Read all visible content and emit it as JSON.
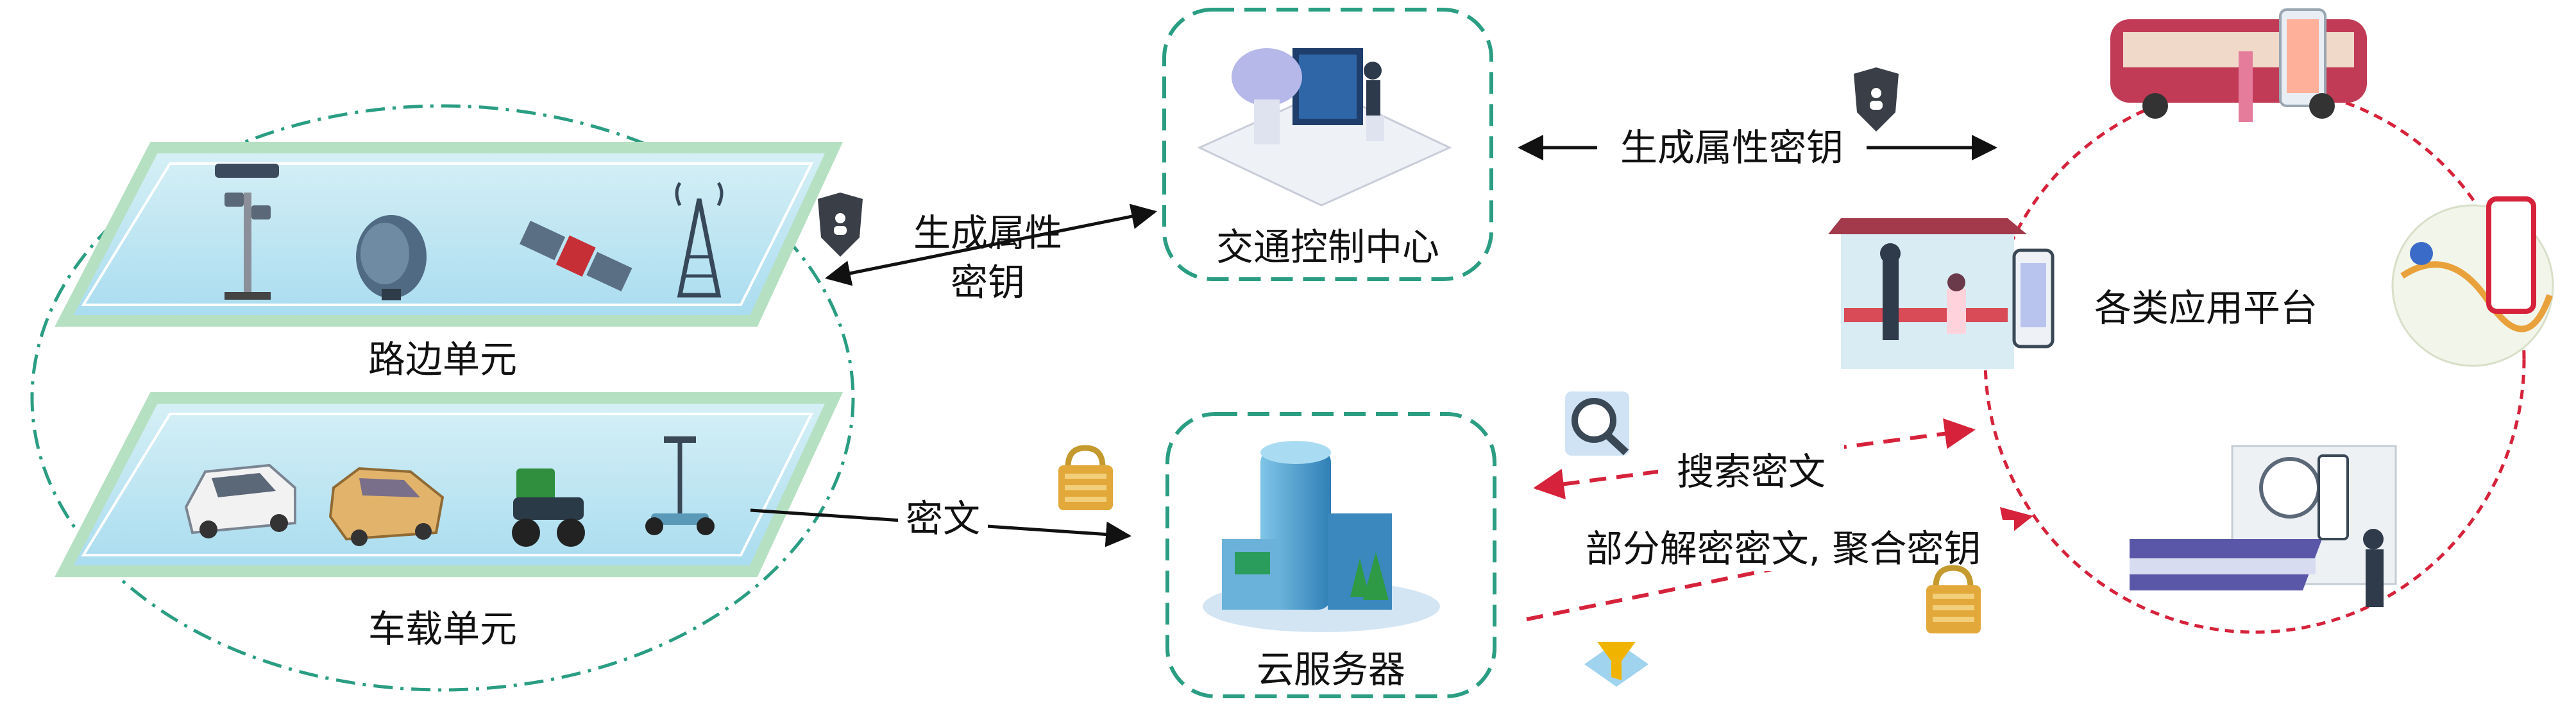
{
  "title": "",
  "nodes": {
    "roadside_unit": {
      "label": "路边单元"
    },
    "vehicle_unit": {
      "label": "车载单元"
    },
    "traffic_center": {
      "label": "交通控制中心"
    },
    "cloud_server": {
      "label": "云服务器"
    },
    "app_platform": {
      "label": "各类应用平台"
    }
  },
  "edges": {
    "center_to_roadside": {
      "label_line1": "生成属性",
      "label_line2": "密钥"
    },
    "center_to_platform": {
      "label": "生成属性密钥"
    },
    "vehicle_to_cloud": {
      "label": "密文"
    },
    "platform_search_cloud": {
      "label": "搜索密文"
    },
    "cloud_to_platform": {
      "label": "部分解密密文, 聚合密钥"
    }
  },
  "icons": {
    "shield": "shield-person-icon",
    "lock": "padlock-icon",
    "search": "magnifier-icon",
    "funnel": "funnel-icon",
    "pole": "camera-pole-icon",
    "dish": "satellite-dish-icon",
    "satellite": "satellite-icon",
    "tower": "radio-tower-icon",
    "car": "car-icon",
    "taxi": "taxi-icon",
    "tricycle": "tricycle-icon",
    "scooter": "balance-scooter-icon",
    "computer": "control-workstation-icon",
    "building": "cloud-building-icon",
    "bus": "bus-icon",
    "busstop": "bus-stop-icon",
    "map": "map-phone-icon",
    "station": "train-station-icon"
  },
  "colors": {
    "teal_dash": "#2a9d82",
    "red_dash": "#d6223a",
    "panel_fill": "#bfe6f2",
    "panel_border": "#9ad2a6",
    "black": "#111111"
  }
}
